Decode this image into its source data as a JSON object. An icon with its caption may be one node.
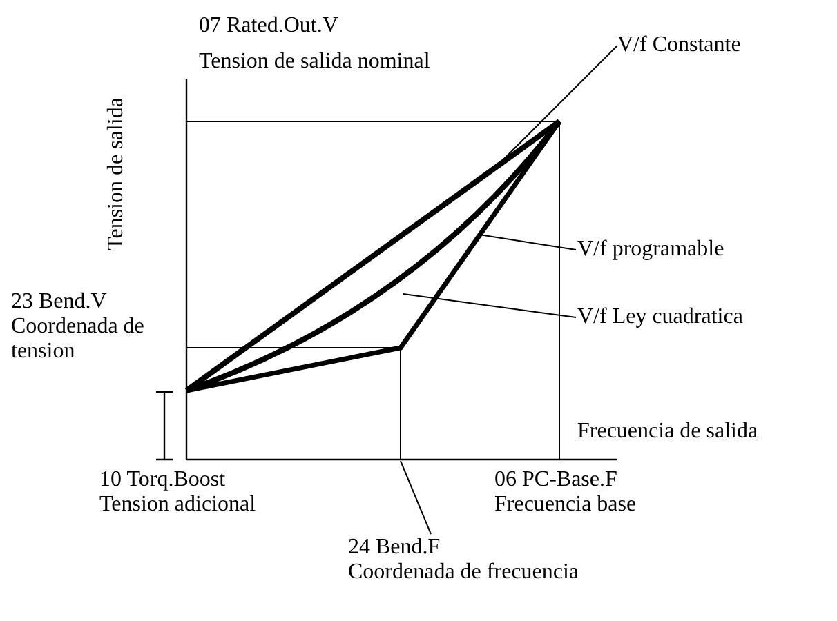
{
  "diagram": {
    "nodes": [
      {
        "text": [
          "V/f Constante"
        ]
      },
      {
        "text": [
          "V/f programable"
        ]
      },
      {
        "text": [
          "V/f Ley cuadratica"
        ]
      },
      {
        "text": [
          "24 Bend.F",
          "Coordenada de frecuencia"
        ]
      }
    ],
    "edges": [
      {
        "from": 0,
        "to": null,
        "arrow": "none"
      },
      {
        "from": 1,
        "to": null,
        "arrow": "none"
      },
      {
        "from": 2,
        "to": null,
        "arrow": "none"
      },
      {
        "from": 3,
        "to": null,
        "arrow": "none"
      }
    ],
    "labels": [
      "Tension de salida",
      "07 Rated.Out.V",
      "Tension de salida nominal",
      "23 Bend.V",
      "Coordenada de tension",
      "Frecuencia de salida",
      "10 Torq.Boost",
      "Tension adicional",
      "06 PC-Base.F",
      "Frecuencia base"
    ]
  }
}
